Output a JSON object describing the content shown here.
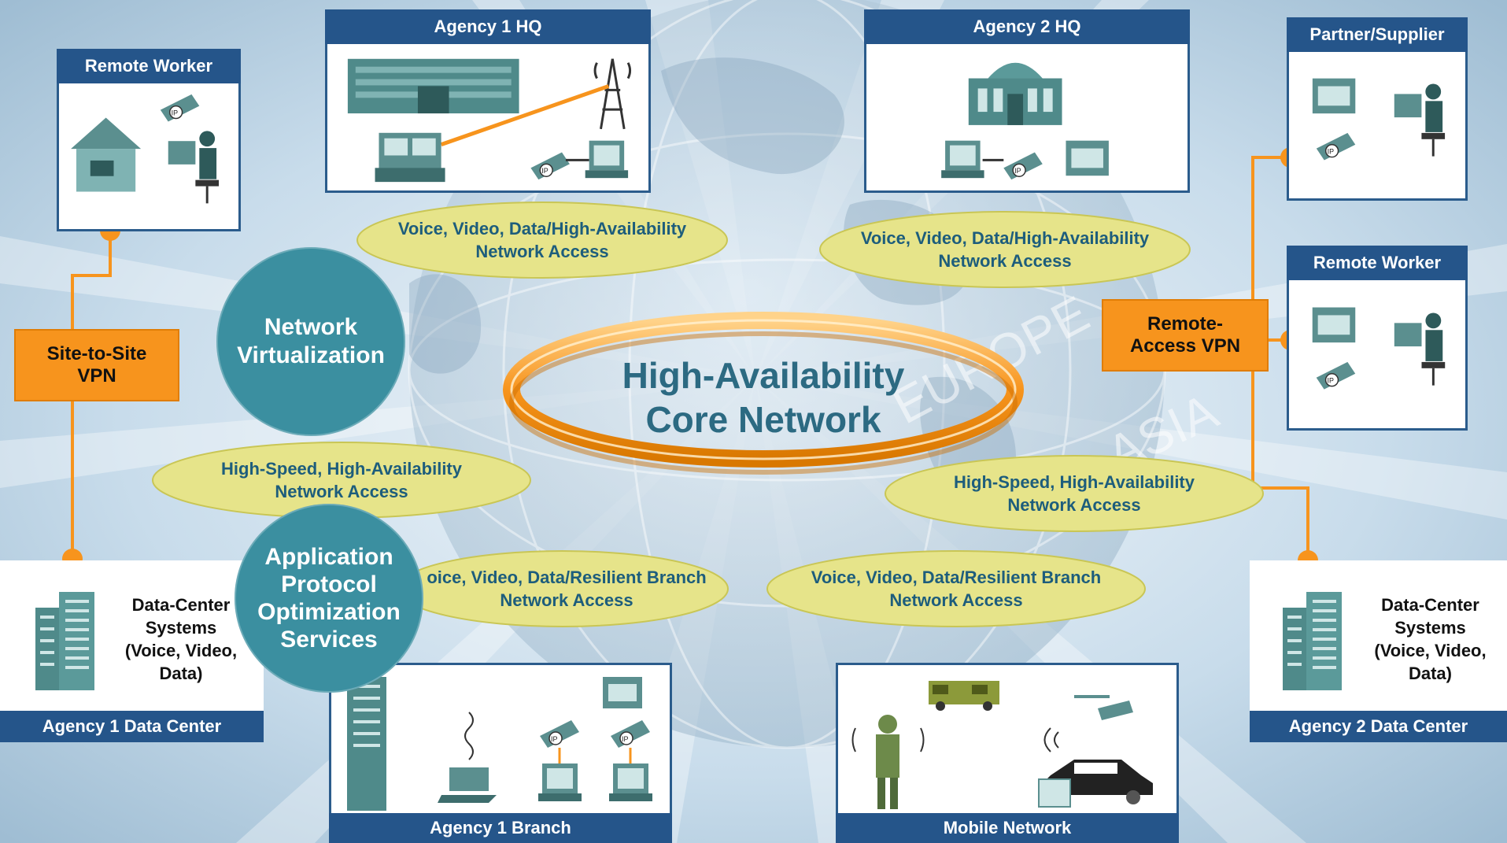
{
  "core": {
    "line1": "High-Availability",
    "line2": "Core Network"
  },
  "sites": {
    "agency1_hq": "Agency 1 HQ",
    "agency2_hq": "Agency 2 HQ",
    "remote_worker_left": "Remote Worker",
    "partner_supplier": "Partner/Supplier",
    "remote_worker_right": "Remote Worker",
    "agency1_branch": "Agency 1 Branch",
    "mobile_network": "Mobile Network",
    "agency1_dc": "Agency 1 Data Center",
    "agency2_dc": "Agency 2 Data Center"
  },
  "data_center_text": {
    "left": [
      "Data-Center",
      "Systems",
      "(Voice, Video,",
      "Data)"
    ],
    "right": [
      "Data-Center",
      "Systems",
      "(Voice, Video,",
      "Data)"
    ]
  },
  "access": {
    "hq_line1": "Voice, Video, Data/High-Availability",
    "hq_line2": "Network Access",
    "highspeed_line1": "High-Speed, High-Availability",
    "highspeed_line2": "Network Access",
    "branch_left_line1": "oice, Video, Data/Resilient Branch",
    "branch_right_line1": "Voice, Video, Data/Resilient Branch",
    "branch_line2": "Network Access"
  },
  "vpn": {
    "site_to_site": [
      "Site-to-Site",
      "VPN"
    ],
    "remote_access": [
      "Remote-",
      "Access VPN"
    ]
  },
  "services": {
    "network_virtualization": [
      "Network",
      "Virtualization"
    ],
    "app_optimization": [
      "Application",
      "Protocol",
      "Optimization",
      "Services"
    ]
  },
  "device_labels": {
    "ip": "IP"
  },
  "globe_text": {
    "europe": "EUROPE",
    "asia": "ASIA"
  },
  "colors": {
    "background_light": "#eaf3f8",
    "background_mid": "#b9d3e4",
    "header_blue": "#25558a",
    "orange": "#f7941d",
    "ellipse_yellow": "#e6e48a",
    "teal_circle": "#3b8fa0"
  }
}
